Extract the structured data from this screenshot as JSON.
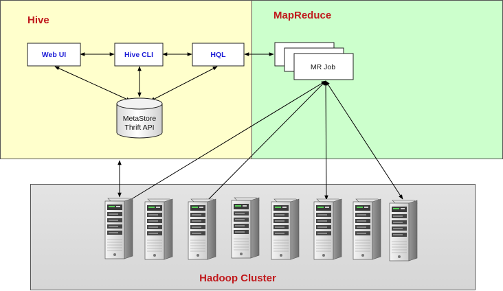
{
  "regions": {
    "hive": {
      "title": "Hive",
      "fill": "#ffffcc",
      "title_color": "#c0191c"
    },
    "mapreduce": {
      "title": "MapReduce",
      "fill": "#ccffcc",
      "title_color": "#c0191c"
    },
    "hadoop": {
      "title": "Hadoop Cluster",
      "fill": "#dedede",
      "title_color": "#c0191c"
    }
  },
  "nodes": {
    "web_ui": {
      "label": "Web UI"
    },
    "hive_cli": {
      "label": "Hive CLI"
    },
    "hql": {
      "label": "HQL"
    },
    "metastore": {
      "line1": "MetaStore",
      "line2": "Thrift API"
    },
    "mr_job": {
      "label": "MR Job"
    }
  },
  "servers": {
    "count": 8,
    "icon": "server-tower-icon"
  },
  "colors": {
    "node_text": "#1b1bd6",
    "region_title": "#c0191c",
    "line": "#000000"
  }
}
